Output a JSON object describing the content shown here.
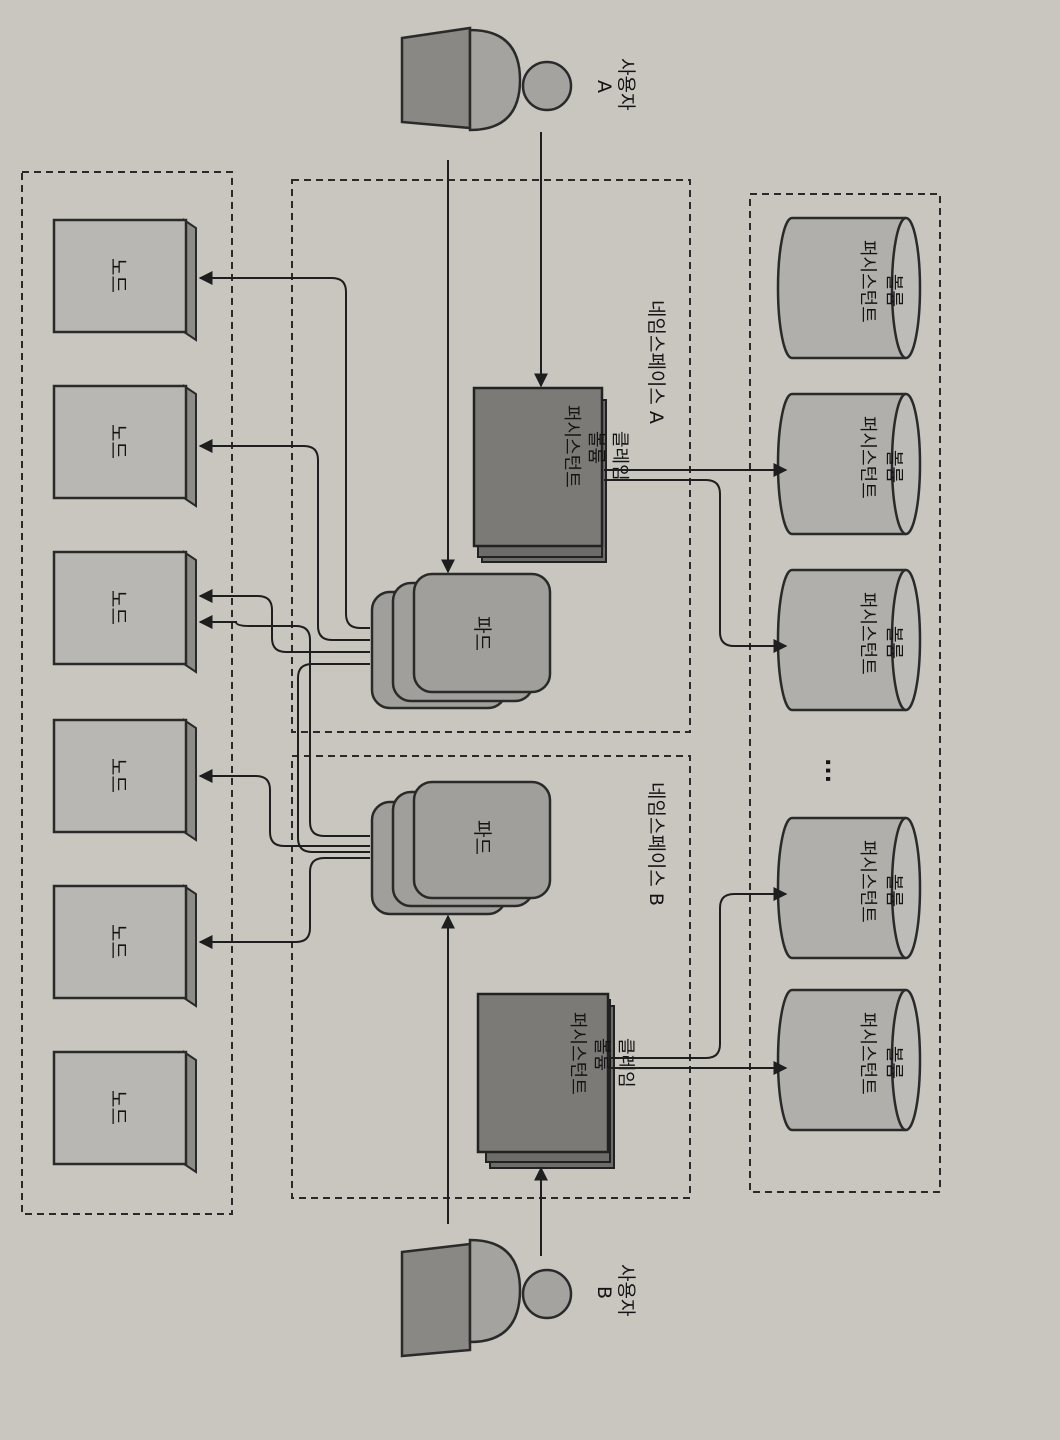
{
  "users": [
    {
      "id": "a",
      "label_line1": "사용자",
      "label_line2": "A"
    },
    {
      "id": "b",
      "label_line1": "사용자",
      "label_line2": "B"
    }
  ],
  "namespaces": [
    {
      "id": "a",
      "label": "네임스페이스 A"
    },
    {
      "id": "b",
      "label": "네임스페이스 B"
    }
  ],
  "pods": [
    {
      "namespace": "a",
      "label": "파드"
    },
    {
      "namespace": "b",
      "label": "파드"
    }
  ],
  "claims": [
    {
      "namespace": "a",
      "label_lines": [
        "퍼시스턴트",
        "볼륨",
        "클레임"
      ]
    },
    {
      "namespace": "b",
      "label_lines": [
        "퍼시스턴트",
        "볼륨",
        "클레임"
      ]
    }
  ],
  "nodes": [
    {
      "label": "노드"
    },
    {
      "label": "노드"
    },
    {
      "label": "노드"
    },
    {
      "label": "노드"
    },
    {
      "label": "노드"
    },
    {
      "label": "노드"
    }
  ],
  "persistent_volumes": [
    {
      "label_lines": [
        "퍼시스턴트",
        "볼륨"
      ]
    },
    {
      "label_lines": [
        "퍼시스턴트",
        "볼륨"
      ]
    },
    {
      "label_lines": [
        "퍼시스턴트",
        "볼륨"
      ]
    },
    {
      "label_lines": [
        "퍼시스턴트",
        "볼륨"
      ]
    },
    {
      "label_lines": [
        "퍼시스턴트",
        "볼륨"
      ]
    }
  ],
  "ellipsis": "...",
  "colors": {
    "background": "#c9c6c0",
    "claim_fill": "#7c7a77",
    "pod_fill": "#a19f9b",
    "node_fill": "#b9b7b3"
  }
}
